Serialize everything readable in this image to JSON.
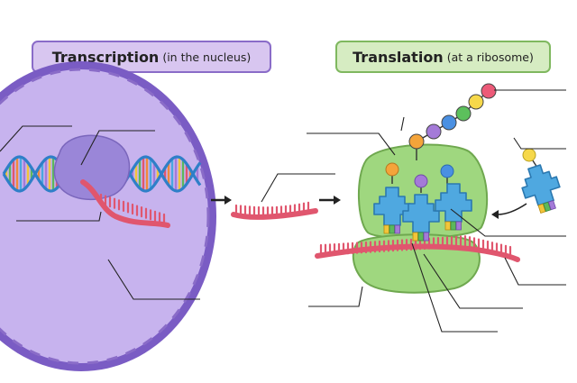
{
  "transcription": {
    "title": "Transcription",
    "subtitle": "(in the nucleus)",
    "box_fill": "#d8c6f0",
    "box_stroke": "#8a6cc8"
  },
  "translation": {
    "title": "Translation",
    "subtitle": "(at a ribosome)",
    "box_fill": "#d6ecc2",
    "box_stroke": "#7fb85f"
  },
  "colors": {
    "nucleus_fill": "#c7b3ee",
    "nucleus_stroke": "#7a5cc4",
    "rna_polymerase": "#9a86d8",
    "dna_strand": "#2f7fc8",
    "mrna": "#e0566e",
    "ribosome": "#9fd77f",
    "trna": "#4fa8e0",
    "label_line": "#222222"
  },
  "amino_acid_colors": [
    "#f4a43a",
    "#a47ad8",
    "#4a90e2",
    "#5cc05c",
    "#f6d84a",
    "#ec5a78"
  ],
  "blank_labels_count": 14
}
